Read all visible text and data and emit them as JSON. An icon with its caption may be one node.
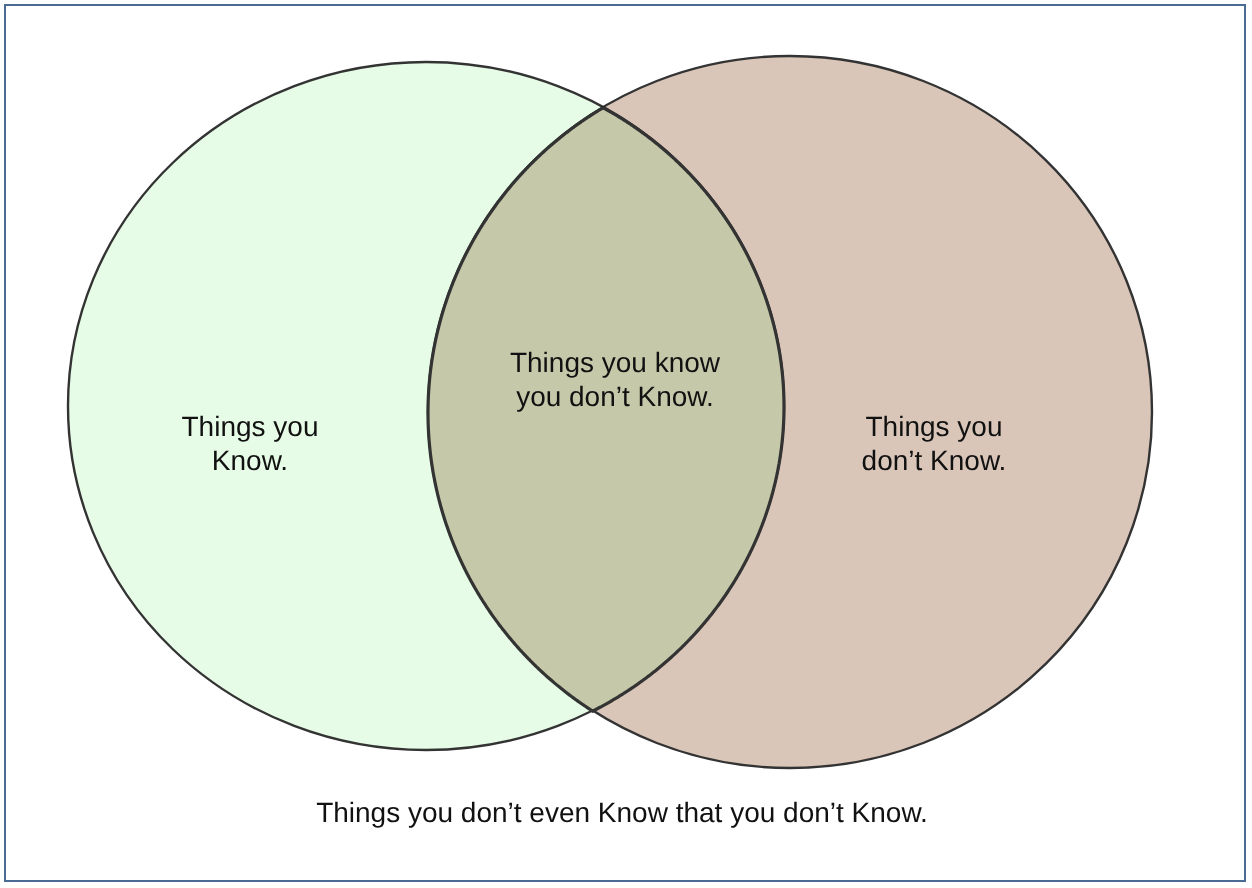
{
  "diagram": {
    "nodes": [
      {
        "text": [
          "Things you don’t even Know that you don’t Know."
        ]
      },
      {
        "text": [
          "Things you Know."
        ],
        "in": 0
      },
      {
        "text": [
          "Things you don’t Know."
        ],
        "in": 0
      },
      {
        "text": [
          "Things you know you don’t Know."
        ]
      }
    ],
    "edges": []
  }
}
